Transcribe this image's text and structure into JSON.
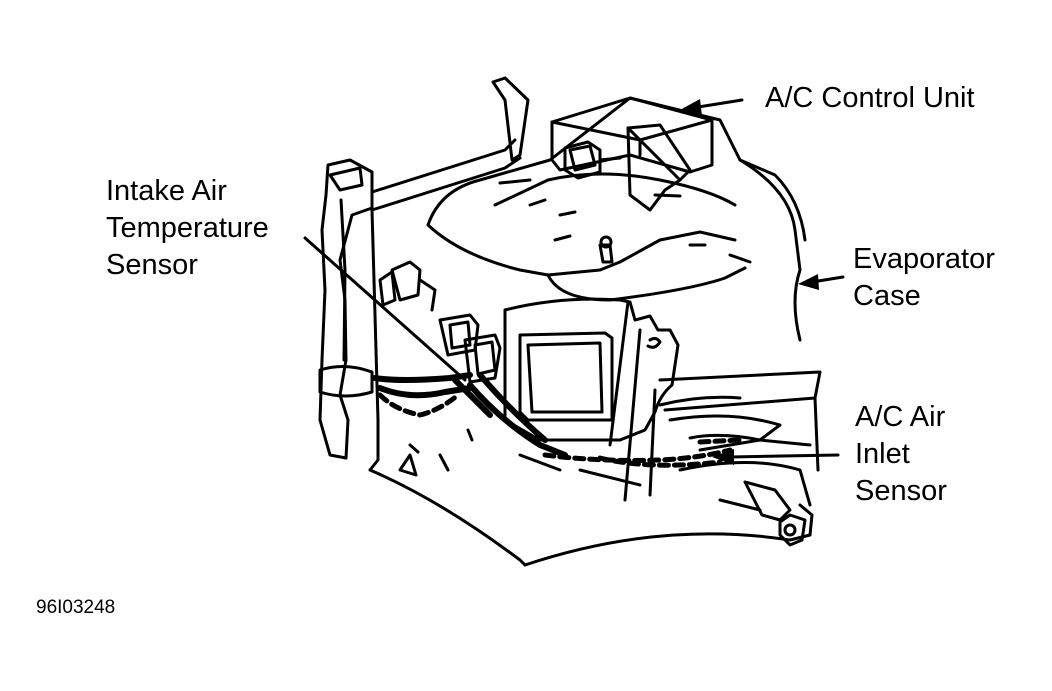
{
  "labels": {
    "control_unit": "A/C Control Unit",
    "intake_sensor": "Intake Air\nTemperature\nSensor",
    "evaporator_case": "Evaporator\nCase",
    "inlet_sensor": "A/C Air\nInlet\nSensor"
  },
  "figure_id": "96I03248",
  "colors": {
    "ink": "#000000",
    "paper": "#ffffff"
  }
}
